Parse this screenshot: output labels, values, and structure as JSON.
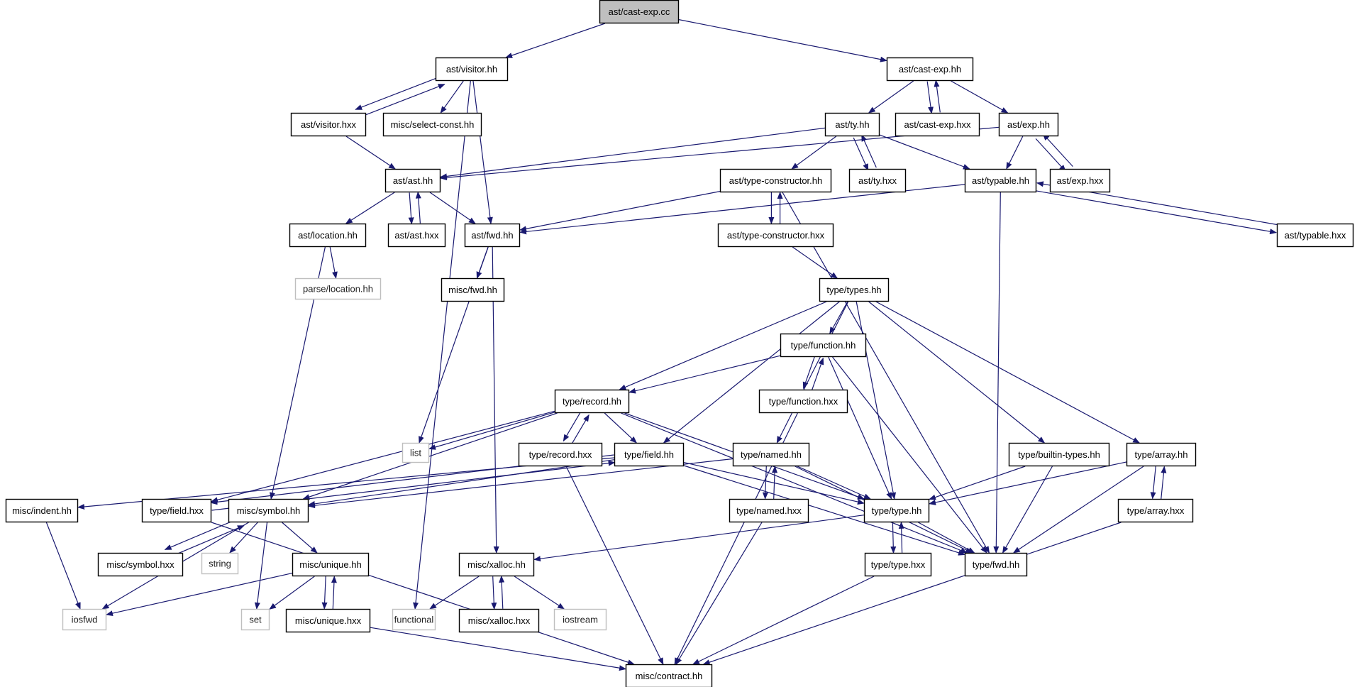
{
  "nodes": [
    {
      "id": "cast_exp_cc",
      "label": "ast/cast-exp.cc",
      "kind": "root"
    },
    {
      "id": "visitor_hh",
      "label": "ast/visitor.hh",
      "kind": "normal"
    },
    {
      "id": "cast_exp_hh",
      "label": "ast/cast-exp.hh",
      "kind": "normal"
    },
    {
      "id": "visitor_hxx",
      "label": "ast/visitor.hxx",
      "kind": "normal"
    },
    {
      "id": "select_const_hh",
      "label": "misc/select-const.hh",
      "kind": "normal"
    },
    {
      "id": "ty_hh",
      "label": "ast/ty.hh",
      "kind": "normal"
    },
    {
      "id": "cast_exp_hxx",
      "label": "ast/cast-exp.hxx",
      "kind": "normal"
    },
    {
      "id": "exp_hh",
      "label": "ast/exp.hh",
      "kind": "normal"
    },
    {
      "id": "ast_hh",
      "label": "ast/ast.hh",
      "kind": "normal"
    },
    {
      "id": "type_constructor_hh",
      "label": "ast/type-constructor.hh",
      "kind": "normal"
    },
    {
      "id": "ty_hxx",
      "label": "ast/ty.hxx",
      "kind": "normal"
    },
    {
      "id": "typable_hh",
      "label": "ast/typable.hh",
      "kind": "normal"
    },
    {
      "id": "exp_hxx",
      "label": "ast/exp.hxx",
      "kind": "normal"
    },
    {
      "id": "location_hh",
      "label": "ast/location.hh",
      "kind": "normal"
    },
    {
      "id": "ast_hxx",
      "label": "ast/ast.hxx",
      "kind": "normal"
    },
    {
      "id": "ast_fwd_hh",
      "label": "ast/fwd.hh",
      "kind": "normal"
    },
    {
      "id": "type_constructor_hxx",
      "label": "ast/type-constructor.hxx",
      "kind": "normal"
    },
    {
      "id": "typable_hxx",
      "label": "ast/typable.hxx",
      "kind": "normal"
    },
    {
      "id": "parse_location_hh",
      "label": "parse/location.hh",
      "kind": "external"
    },
    {
      "id": "misc_fwd_hh",
      "label": "misc/fwd.hh",
      "kind": "normal"
    },
    {
      "id": "types_hh",
      "label": "type/types.hh",
      "kind": "normal"
    },
    {
      "id": "function_hh",
      "label": "type/function.hh",
      "kind": "normal"
    },
    {
      "id": "record_hh",
      "label": "type/record.hh",
      "kind": "normal"
    },
    {
      "id": "function_hxx",
      "label": "type/function.hxx",
      "kind": "normal"
    },
    {
      "id": "list",
      "label": "list",
      "kind": "external"
    },
    {
      "id": "record_hxx",
      "label": "type/record.hxx",
      "kind": "normal"
    },
    {
      "id": "field_hh",
      "label": "type/field.hh",
      "kind": "normal"
    },
    {
      "id": "named_hh",
      "label": "type/named.hh",
      "kind": "normal"
    },
    {
      "id": "builtin_types_hh",
      "label": "type/builtin-types.hh",
      "kind": "normal"
    },
    {
      "id": "array_hh",
      "label": "type/array.hh",
      "kind": "normal"
    },
    {
      "id": "indent_hh",
      "label": "misc/indent.hh",
      "kind": "normal"
    },
    {
      "id": "field_hxx",
      "label": "type/field.hxx",
      "kind": "normal"
    },
    {
      "id": "symbol_hh",
      "label": "misc/symbol.hh",
      "kind": "normal"
    },
    {
      "id": "named_hxx",
      "label": "type/named.hxx",
      "kind": "normal"
    },
    {
      "id": "type_hh",
      "label": "type/type.hh",
      "kind": "normal"
    },
    {
      "id": "array_hxx",
      "label": "type/array.hxx",
      "kind": "normal"
    },
    {
      "id": "symbol_hxx",
      "label": "misc/symbol.hxx",
      "kind": "normal"
    },
    {
      "id": "string",
      "label": "string",
      "kind": "external"
    },
    {
      "id": "unique_hh",
      "label": "misc/unique.hh",
      "kind": "normal"
    },
    {
      "id": "xalloc_hh",
      "label": "misc/xalloc.hh",
      "kind": "normal"
    },
    {
      "id": "type_hxx",
      "label": "type/type.hxx",
      "kind": "normal"
    },
    {
      "id": "type_fwd_hh",
      "label": "type/fwd.hh",
      "kind": "normal"
    },
    {
      "id": "iosfwd",
      "label": "iosfwd",
      "kind": "external"
    },
    {
      "id": "set",
      "label": "set",
      "kind": "external"
    },
    {
      "id": "unique_hxx",
      "label": "misc/unique.hxx",
      "kind": "normal"
    },
    {
      "id": "functional",
      "label": "functional",
      "kind": "external"
    },
    {
      "id": "xalloc_hxx",
      "label": "misc/xalloc.hxx",
      "kind": "normal"
    },
    {
      "id": "iostream",
      "label": "iostream",
      "kind": "external"
    },
    {
      "id": "contract_hh",
      "label": "misc/contract.hh",
      "kind": "normal"
    }
  ],
  "edges": [
    [
      "cast_exp_cc",
      "visitor_hh"
    ],
    [
      "cast_exp_cc",
      "cast_exp_hh"
    ],
    [
      "visitor_hh",
      "visitor_hxx"
    ],
    [
      "visitor_hh",
      "select_const_hh"
    ],
    [
      "visitor_hh",
      "ast_fwd_hh"
    ],
    [
      "visitor_hh",
      "functional"
    ],
    [
      "visitor_hxx",
      "visitor_hh"
    ],
    [
      "visitor_hxx",
      "ast_hh"
    ],
    [
      "cast_exp_hh",
      "ty_hh"
    ],
    [
      "cast_exp_hh",
      "cast_exp_hxx"
    ],
    [
      "cast_exp_hh",
      "exp_hh"
    ],
    [
      "cast_exp_hxx",
      "cast_exp_hh"
    ],
    [
      "ty_hh",
      "ast_hh"
    ],
    [
      "ty_hh",
      "type_constructor_hh"
    ],
    [
      "ty_hh",
      "ty_hxx"
    ],
    [
      "ty_hh",
      "typable_hh"
    ],
    [
      "ty_hxx",
      "ty_hh"
    ],
    [
      "exp_hh",
      "ast_hh"
    ],
    [
      "exp_hh",
      "typable_hh"
    ],
    [
      "exp_hh",
      "exp_hxx"
    ],
    [
      "exp_hxx",
      "exp_hh"
    ],
    [
      "ast_hh",
      "location_hh"
    ],
    [
      "ast_hh",
      "ast_hxx"
    ],
    [
      "ast_hh",
      "ast_fwd_hh"
    ],
    [
      "ast_hxx",
      "ast_hh"
    ],
    [
      "type_constructor_hh",
      "ast_fwd_hh"
    ],
    [
      "type_constructor_hh",
      "type_constructor_hxx"
    ],
    [
      "type_constructor_hh",
      "type_fwd_hh"
    ],
    [
      "type_constructor_hxx",
      "type_constructor_hh"
    ],
    [
      "type_constructor_hxx",
      "types_hh"
    ],
    [
      "typable_hh",
      "ast_fwd_hh"
    ],
    [
      "typable_hh",
      "typable_hxx"
    ],
    [
      "typable_hh",
      "type_fwd_hh"
    ],
    [
      "typable_hxx",
      "typable_hh"
    ],
    [
      "location_hh",
      "parse_location_hh"
    ],
    [
      "location_hh",
      "symbol_hh"
    ],
    [
      "ast_fwd_hh",
      "misc_fwd_hh"
    ],
    [
      "ast_fwd_hh",
      "list"
    ],
    [
      "ast_fwd_hh",
      "xalloc_hh"
    ],
    [
      "types_hh",
      "function_hh"
    ],
    [
      "types_hh",
      "record_hh"
    ],
    [
      "types_hh",
      "field_hh"
    ],
    [
      "types_hh",
      "named_hh"
    ],
    [
      "types_hh",
      "type_hh"
    ],
    [
      "types_hh",
      "builtin_types_hh"
    ],
    [
      "types_hh",
      "array_hh"
    ],
    [
      "function_hh",
      "record_hh"
    ],
    [
      "function_hh",
      "function_hxx"
    ],
    [
      "function_hh",
      "type_hh"
    ],
    [
      "function_hh",
      "type_fwd_hh"
    ],
    [
      "function_hxx",
      "function_hh"
    ],
    [
      "function_hxx",
      "contract_hh"
    ],
    [
      "record_hh",
      "list"
    ],
    [
      "record_hh",
      "record_hxx"
    ],
    [
      "record_hh",
      "field_hh"
    ],
    [
      "record_hh",
      "field_hxx"
    ],
    [
      "record_hh",
      "symbol_hh"
    ],
    [
      "record_hh",
      "type_hh"
    ],
    [
      "record_hh",
      "type_fwd_hh"
    ],
    [
      "record_hxx",
      "record_hh"
    ],
    [
      "record_hxx",
      "contract_hh"
    ],
    [
      "field_hh",
      "field_hxx"
    ],
    [
      "field_hh",
      "symbol_hh"
    ],
    [
      "field_hh",
      "indent_hh"
    ],
    [
      "field_hh",
      "type_hh"
    ],
    [
      "field_hh",
      "type_fwd_hh"
    ],
    [
      "field_hxx",
      "field_hh"
    ],
    [
      "field_hxx",
      "contract_hh"
    ],
    [
      "named_hh",
      "symbol_hh"
    ],
    [
      "named_hh",
      "named_hxx"
    ],
    [
      "named_hh",
      "type_hh"
    ],
    [
      "named_hh",
      "type_fwd_hh"
    ],
    [
      "named_hxx",
      "named_hh"
    ],
    [
      "named_hxx",
      "contract_hh"
    ],
    [
      "builtin_types_hh",
      "type_hh"
    ],
    [
      "builtin_types_hh",
      "type_fwd_hh"
    ],
    [
      "array_hh",
      "type_hh"
    ],
    [
      "array_hh",
      "array_hxx"
    ],
    [
      "array_hh",
      "type_fwd_hh"
    ],
    [
      "array_hxx",
      "array_hh"
    ],
    [
      "array_hxx",
      "contract_hh"
    ],
    [
      "indent_hh",
      "iosfwd"
    ],
    [
      "symbol_hh",
      "symbol_hxx"
    ],
    [
      "symbol_hh",
      "string"
    ],
    [
      "symbol_hh",
      "set"
    ],
    [
      "symbol_hh",
      "unique_hh"
    ],
    [
      "symbol_hh",
      "iosfwd"
    ],
    [
      "symbol_hxx",
      "symbol_hh"
    ],
    [
      "type_hh",
      "xalloc_hh"
    ],
    [
      "type_hh",
      "type_hxx"
    ],
    [
      "type_hh",
      "type_fwd_hh"
    ],
    [
      "type_hxx",
      "type_hh"
    ],
    [
      "type_hxx",
      "contract_hh"
    ],
    [
      "unique_hh",
      "set"
    ],
    [
      "unique_hh",
      "unique_hxx"
    ],
    [
      "unique_hh",
      "iosfwd"
    ],
    [
      "unique_hxx",
      "unique_hh"
    ],
    [
      "unique_hxx",
      "contract_hh"
    ],
    [
      "xalloc_hh",
      "functional"
    ],
    [
      "xalloc_hh",
      "xalloc_hxx"
    ],
    [
      "xalloc_hh",
      "iostream"
    ],
    [
      "xalloc_hxx",
      "xalloc_hh"
    ]
  ]
}
